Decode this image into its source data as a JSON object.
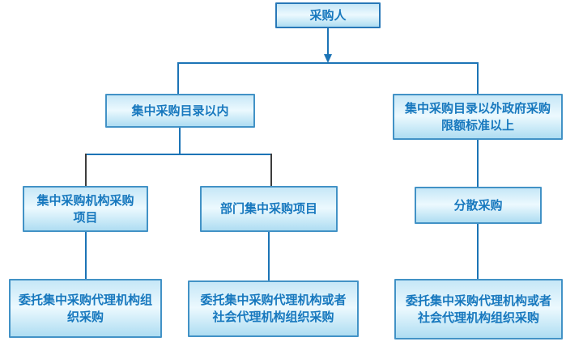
{
  "diagram": {
    "type": "flowchart",
    "language": "zh-CN",
    "nodes": {
      "purchaser": {
        "lines": [
          "采购人"
        ]
      },
      "within_catalog": {
        "lines": [
          "集中采购目录以内"
        ]
      },
      "outside_catalog": {
        "lines": [
          "集中采购目录以外政府采购",
          "限额标准以上"
        ]
      },
      "centralized_agency_projects": {
        "lines": [
          "集中采购机构采购",
          "项目"
        ]
      },
      "department_centralized_projects": {
        "lines": [
          "部门集中采购项目"
        ]
      },
      "decentralized_procurement": {
        "lines": [
          "分散采购"
        ]
      },
      "entrust_centralized_agency": {
        "lines": [
          "委托集中采购代理机构组",
          "织采购"
        ]
      },
      "entrust_agency_or_social_1": {
        "lines": [
          "委托集中采购代理机构或者",
          "社会代理机构组织采购"
        ]
      },
      "entrust_agency_or_social_2": {
        "lines": [
          "委托集中采购代理机构或者",
          "社会代理机构组织采购"
        ]
      }
    },
    "edges": [
      {
        "from": "purchaser",
        "to": "level1-crossbar",
        "style": "arrow",
        "color": "#1c74b6"
      },
      {
        "from": "level1-crossbar",
        "to": "within_catalog",
        "style": "line",
        "color": "#1c74b6"
      },
      {
        "from": "level1-crossbar",
        "to": "outside_catalog",
        "style": "line",
        "color": "#1c74b6"
      },
      {
        "from": "within_catalog",
        "to": "level2-crossbar",
        "style": "line",
        "color": "#1c74b6"
      },
      {
        "from": "level2-crossbar",
        "to": "centralized_agency_projects",
        "style": "line",
        "color": "#3d3d3d"
      },
      {
        "from": "level2-crossbar",
        "to": "department_centralized_projects",
        "style": "line",
        "color": "#3d3d3d"
      },
      {
        "from": "outside_catalog",
        "to": "decentralized_procurement",
        "style": "line",
        "color": "#1c74b6"
      },
      {
        "from": "centralized_agency_projects",
        "to": "entrust_centralized_agency",
        "style": "line",
        "color": "#1c74b6"
      },
      {
        "from": "department_centralized_projects",
        "to": "entrust_agency_or_social_1",
        "style": "line",
        "color": "#1c74b6"
      },
      {
        "from": "decentralized_procurement",
        "to": "entrust_agency_or_social_2",
        "style": "line",
        "color": "#1c74b6"
      }
    ],
    "colors": {
      "line_blue": "#1c74b6",
      "connector_dark": "#3d3d3d",
      "box_border": "#4292c6",
      "purchaser_border": "#2878b8",
      "box_text": "#1778be",
      "box_fill_top": "#c6e7f7",
      "box_fill_mid": "#ecf9fe",
      "box_fill_bottom": "#aeddf2",
      "background": "#ffffff"
    }
  }
}
